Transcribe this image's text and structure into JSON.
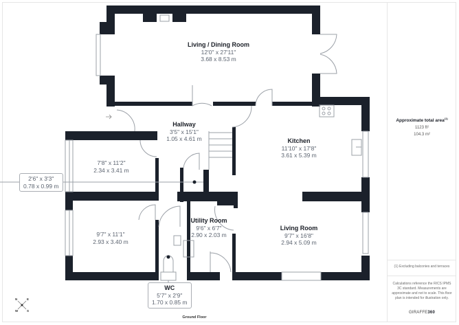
{
  "plan": {
    "floor_label": "Ground Floor",
    "wall_color": "#1b212b",
    "rooms": [
      {
        "name": "Living / Dining Room",
        "imperial": "12'0\" x 27'11\"",
        "metric": "3.68 x 8.53 m"
      },
      {
        "name": "Hallway",
        "imperial": "3'5\" x 15'1\"",
        "metric": "1.05 x 4.61 m"
      },
      {
        "name": "Kitchen",
        "imperial": "11'10\" x 17'8\"",
        "metric": "3.61 x 5.39 m"
      },
      {
        "name": "",
        "imperial": "7'8\" x 11'2\"",
        "metric": "2.34 x 3.41 m"
      },
      {
        "name": "",
        "imperial": "2'6\" x 3'3\"",
        "metric": "0.78 x 0.99 m"
      },
      {
        "name": "",
        "imperial": "9'7\" x 11'1\"",
        "metric": "2.93 x 3.40 m"
      },
      {
        "name": "Utility Room",
        "imperial": "9'6\" x 6'7\"",
        "metric": "2.90 x 2.03 m"
      },
      {
        "name": "Living Room",
        "imperial": "9'7\" x 16'8\"",
        "metric": "2.94 x 5.09 m"
      },
      {
        "name": "WC",
        "imperial": "5'7\" x 2'9\"",
        "metric": "1.70 x 0.85 m"
      }
    ],
    "compass": {
      "n": "N",
      "e": "E",
      "w": "W",
      "s": "S"
    }
  },
  "sidebar": {
    "area_title": "Approximate total area",
    "area_title_sup": "(1)",
    "area_sqft": "1123 ft²",
    "area_sqm": "104.3 m²",
    "footnote": "(1) Excluding balconies and terraces",
    "disclaimer": "Calculations reference the RICS IPMS 3C standard. Measurements are approximate and not to scale. This floor plan is intended for illustration only.",
    "brand_prefix": "GIRAFFE",
    "brand_suffix": "360"
  }
}
